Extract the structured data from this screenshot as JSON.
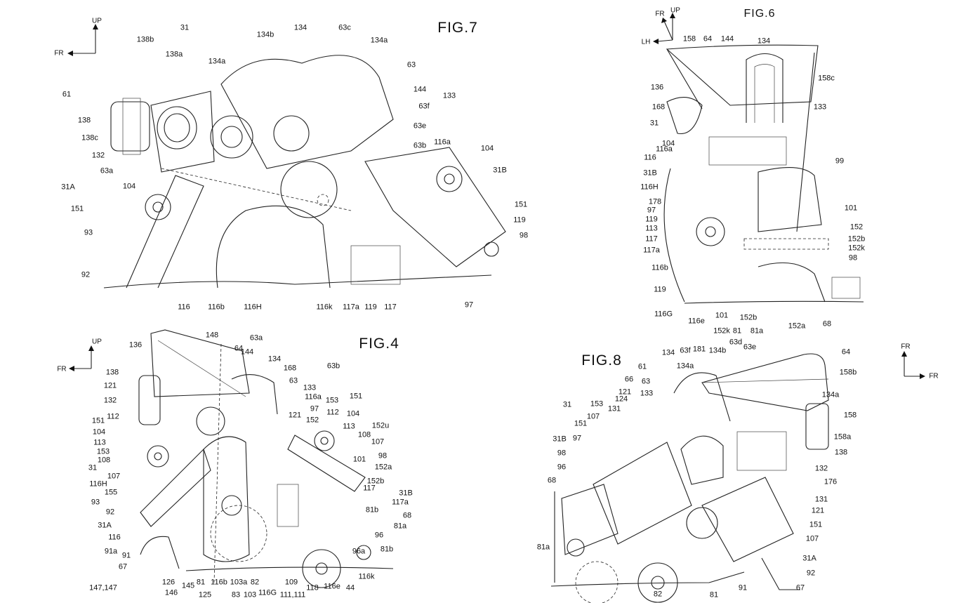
{
  "fig7": {
    "title": "FIG.7",
    "axes": {
      "up": "UP",
      "fr": "FR"
    },
    "labels": [
      "31",
      "138b",
      "138a",
      "134b",
      "134",
      "63c",
      "134a",
      "134a",
      "63",
      "144",
      "63f",
      "133",
      "63e",
      "63b",
      "61",
      "138",
      "138c",
      "132",
      "116a",
      "104",
      "31B",
      "63a",
      "31A",
      "104",
      "151",
      "151",
      "93",
      "119",
      "98",
      "92",
      "116",
      "116b",
      "116H",
      "116k",
      "117a",
      "119",
      "117",
      "97"
    ]
  },
  "fig6": {
    "title": "FIG.6",
    "axes": {
      "fr": "FR",
      "up": "UP",
      "lh": "LH"
    },
    "labels": [
      "158",
      "64",
      "144",
      "134",
      "158c",
      "136",
      "168",
      "133",
      "31",
      "104",
      "116a",
      "116",
      "31B",
      "99",
      "116H",
      "178",
      "97",
      "101",
      "119",
      "113",
      "152",
      "117",
      "152b",
      "152k",
      "117a",
      "98",
      "116b",
      "119",
      "116G",
      "116e",
      "101",
      "152b",
      "152a",
      "68",
      "152k",
      "81",
      "81a"
    ]
  },
  "fig4": {
    "title": "FIG.4",
    "axes": {
      "up": "UP",
      "fr": "FR"
    },
    "labels": [
      "148",
      "63a",
      "136",
      "64",
      "144",
      "134",
      "168",
      "63b",
      "63",
      "133",
      "116a",
      "138",
      "121",
      "153",
      "151",
      "132",
      "97",
      "112",
      "104",
      "121",
      "152",
      "113",
      "152u",
      "151",
      "112",
      "108",
      "104",
      "107",
      "113",
      "101",
      "98",
      "153",
      "152a",
      "108",
      "31",
      "152b",
      "107",
      "117",
      "116H",
      "31B",
      "155",
      "117a",
      "93",
      "81b",
      "68",
      "92",
      "81a",
      "31A",
      "96",
      "116",
      "81b",
      "91a",
      "96a",
      "91",
      "67",
      "116k",
      "126",
      "147,147",
      "146",
      "145",
      "81",
      "116b",
      "103a",
      "82",
      "109",
      "118",
      "116e",
      "44",
      "125",
      "83",
      "103",
      "116G",
      "111,111"
    ]
  },
  "fig8": {
    "title": "FIG.8",
    "axes": {
      "up": "FR",
      "fr": "FR"
    },
    "labels": [
      "134",
      "63f",
      "181",
      "134b",
      "63d",
      "63e",
      "64",
      "134a",
      "61",
      "158b",
      "66",
      "63",
      "121",
      "133",
      "124",
      "153",
      "131",
      "31",
      "134a",
      "107",
      "151",
      "158",
      "31B",
      "97",
      "98",
      "158a",
      "96",
      "138",
      "68",
      "132",
      "176",
      "131",
      "121",
      "81a",
      "151",
      "107",
      "31A",
      "92",
      "91",
      "67",
      "82",
      "81"
    ]
  }
}
